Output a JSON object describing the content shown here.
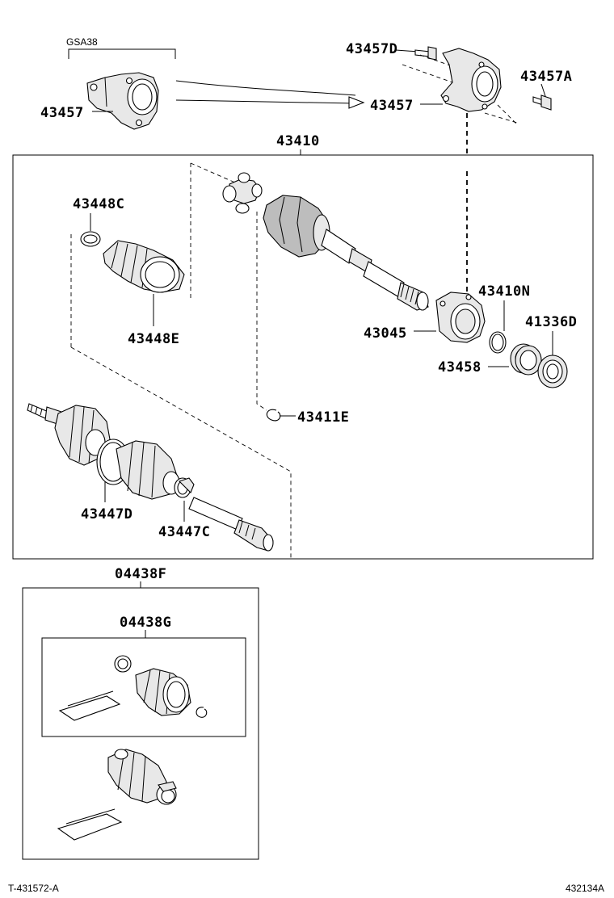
{
  "diagram": {
    "labels": {
      "group_gsa38": "GSA38",
      "p43457_left": "43457",
      "p43457_right": "43457",
      "p43457d": "43457D",
      "p43457a": "43457A",
      "p43410": "43410",
      "p43448c": "43448C",
      "p43448e": "43448E",
      "p43410n": "43410N",
      "p43045": "43045",
      "p41336d": "41336D",
      "p43458": "43458",
      "p43411e": "43411E",
      "p43447d": "43447D",
      "p43447c": "43447C",
      "p04438f": "04438F",
      "p04438g": "04438G"
    },
    "footer": {
      "left_code": "T-431572-A",
      "right_code": "432134A"
    }
  }
}
